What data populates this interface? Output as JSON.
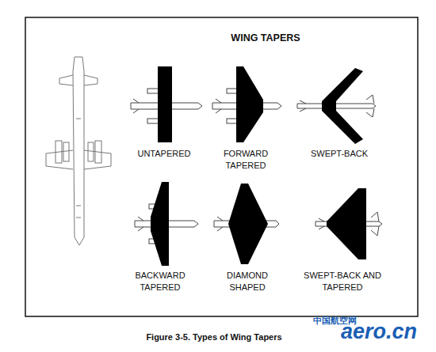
{
  "diagram": {
    "title": "WING TAPERS",
    "caption": "Figure 3-5. Types of Wing Tapers",
    "labels": [
      "UNTAPERED",
      "FORWARD TAPERED",
      "SWEPT-BACK",
      "BACKWARD TAPERED",
      "DIAMOND SHAPED",
      "SWEPT-BACK AND TAPERED",
      "中国航空网",
      "aero.cn"
    ]
  }
}
